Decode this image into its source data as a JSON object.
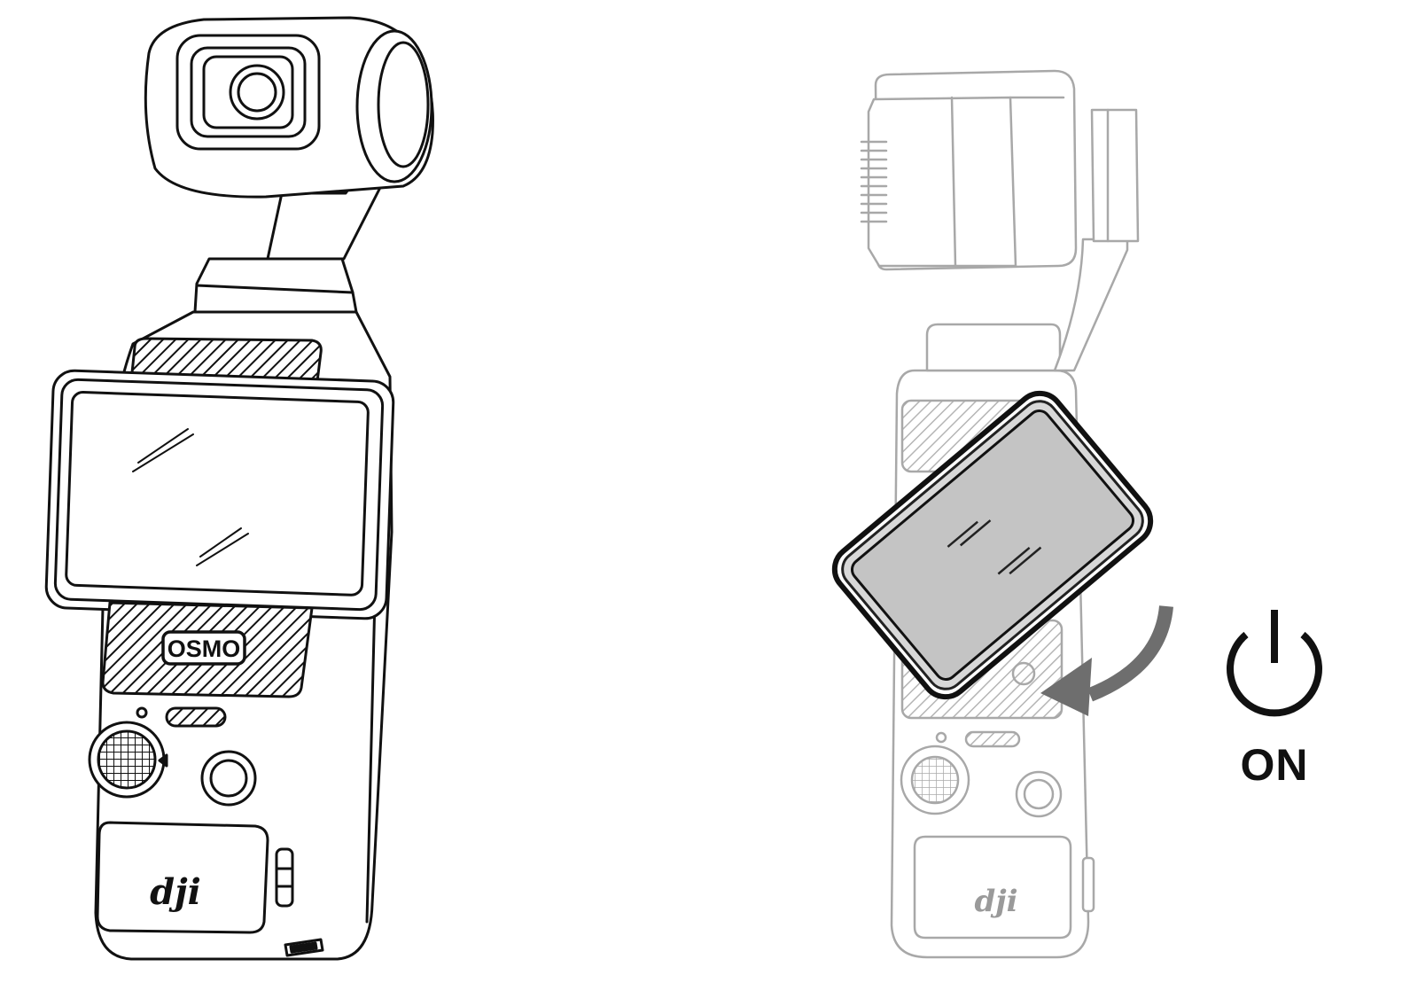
{
  "left_device": {
    "badge_text": "OSMO",
    "logo_text": "dji"
  },
  "right_device": {
    "logo_text": "dji"
  },
  "power_indicator": {
    "icon": "power-icon",
    "label": "ON"
  },
  "colors": {
    "line": "#111111",
    "faint_line": "#a8a8a8",
    "screen_fill": "#c4c4c4",
    "arrow": "#6e6e6e"
  }
}
